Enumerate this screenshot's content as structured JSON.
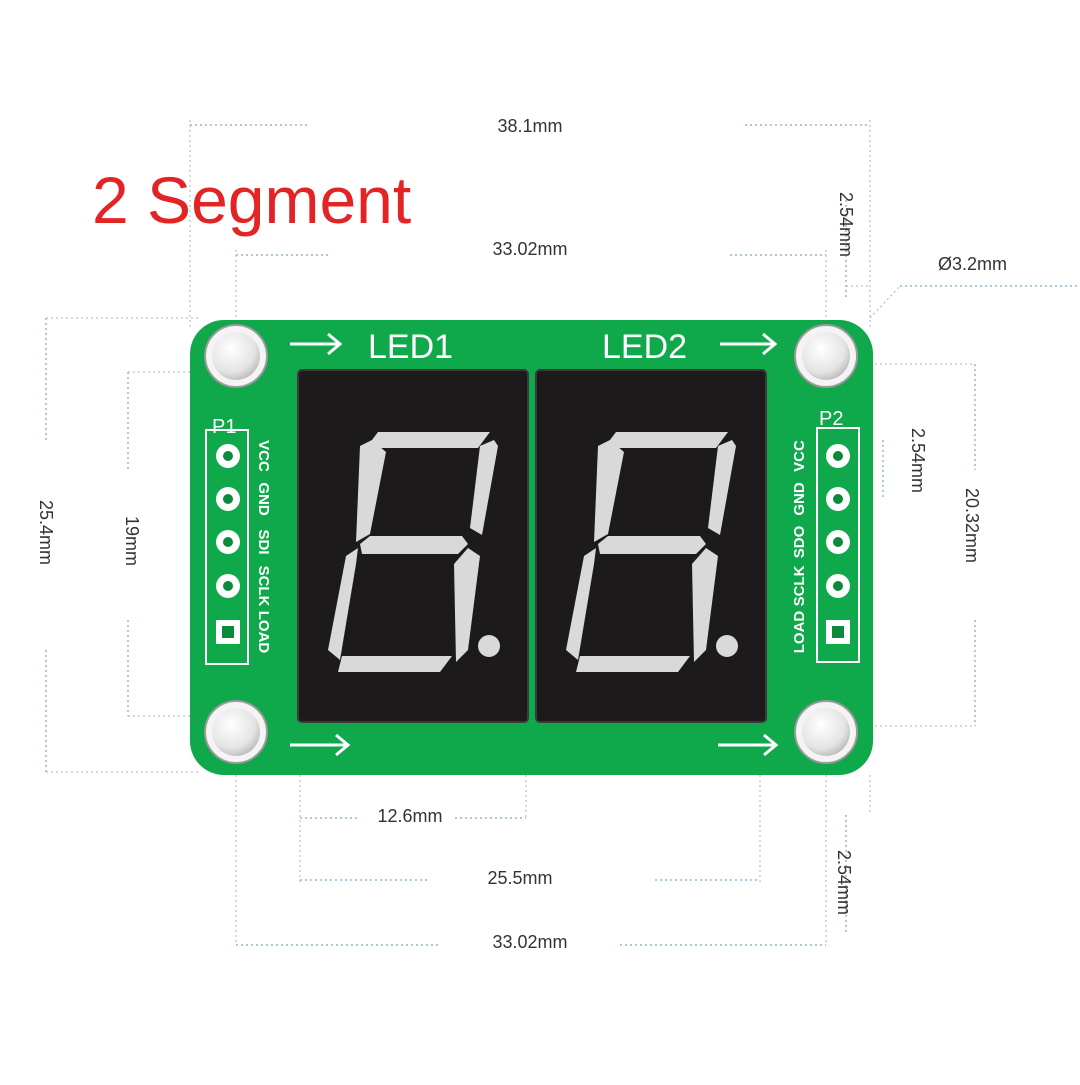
{
  "title": "2 Segment",
  "colors": {
    "title": "#e32424",
    "board": "#0fa84a",
    "board_dark": "#0b8a3b",
    "display_body": "#1c1a1a",
    "segment": "#d9d9d9",
    "silkscreen": "#ffffff",
    "dimension_line": "#8fb8d8",
    "guide_line": "#b0b0b0",
    "mounting_hole": "#e6e6e6"
  },
  "board": {
    "led_labels": [
      "LED1",
      "LED2"
    ],
    "left_header": {
      "name": "P1",
      "pins": [
        "VCC",
        "GND",
        "SDI",
        "SCLK",
        "LOAD"
      ]
    },
    "right_header": {
      "name": "P2",
      "pins": [
        "VCC",
        "GND",
        "SDO",
        "SCLK",
        "LOAD"
      ]
    },
    "digits": [
      {
        "name": "LED1",
        "shown": "8."
      },
      {
        "name": "LED2",
        "shown": "8."
      }
    ]
  },
  "dimensions": {
    "overall_width": "38.1mm",
    "hole_spacing_top": "33.02mm",
    "hole_spacing_bottom": "33.02mm",
    "hole_diameter": "Ø3.2mm",
    "hole_edge_offset_top": "2.54mm",
    "hole_edge_offset_bottom": "2.54mm",
    "pin_pitch": "2.54mm",
    "overall_height": "25.4mm",
    "display_height": "19mm",
    "hole_spacing_vertical": "20.32mm",
    "digit_width": "12.6mm",
    "display_width": "25.5mm"
  }
}
